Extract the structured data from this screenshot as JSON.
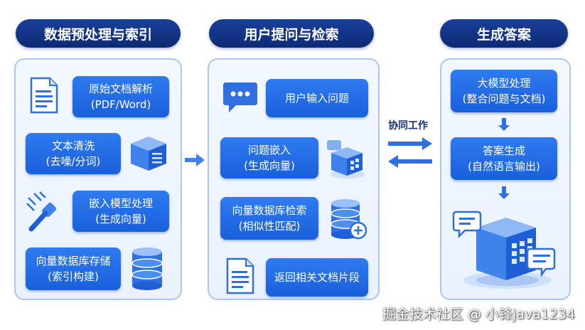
{
  "headers": {
    "col1": "数据预处理与索引",
    "col2": "用户提问与检索",
    "col3": "生成答案"
  },
  "col1": {
    "items": [
      {
        "line1": "原始文档解析",
        "line2": "(PDF/Word)"
      },
      {
        "line1": "文本清洗",
        "line2": "(去噪/分词)"
      },
      {
        "line1": "嵌入模型处理",
        "line2": "(生成向量)"
      },
      {
        "line1": "向量数据库存储",
        "line2": "(索引构建)"
      }
    ]
  },
  "col2": {
    "items": [
      {
        "line1": "用户输入问题",
        "line2": ""
      },
      {
        "line1": "问题嵌入",
        "line2": "(生成向量)"
      },
      {
        "line1": "向量数据库检索",
        "line2": "(相似性匹配)"
      },
      {
        "line1": "返回相关文档片段",
        "line2": ""
      }
    ]
  },
  "col3": {
    "items": [
      {
        "line1": "大模型处理",
        "line2": "(整合问题与文档)"
      },
      {
        "line1": "答案生成",
        "line2": "(自然语言输出)"
      }
    ]
  },
  "connector": {
    "label": "协同工作"
  },
  "watermark": "掘金技术社区 @ 小锋java1234",
  "colors": {
    "header": "#0d2a73",
    "box": "#1a5fdb",
    "panel_border": "#a9c7f2",
    "arrow": "#2f7bf0"
  }
}
